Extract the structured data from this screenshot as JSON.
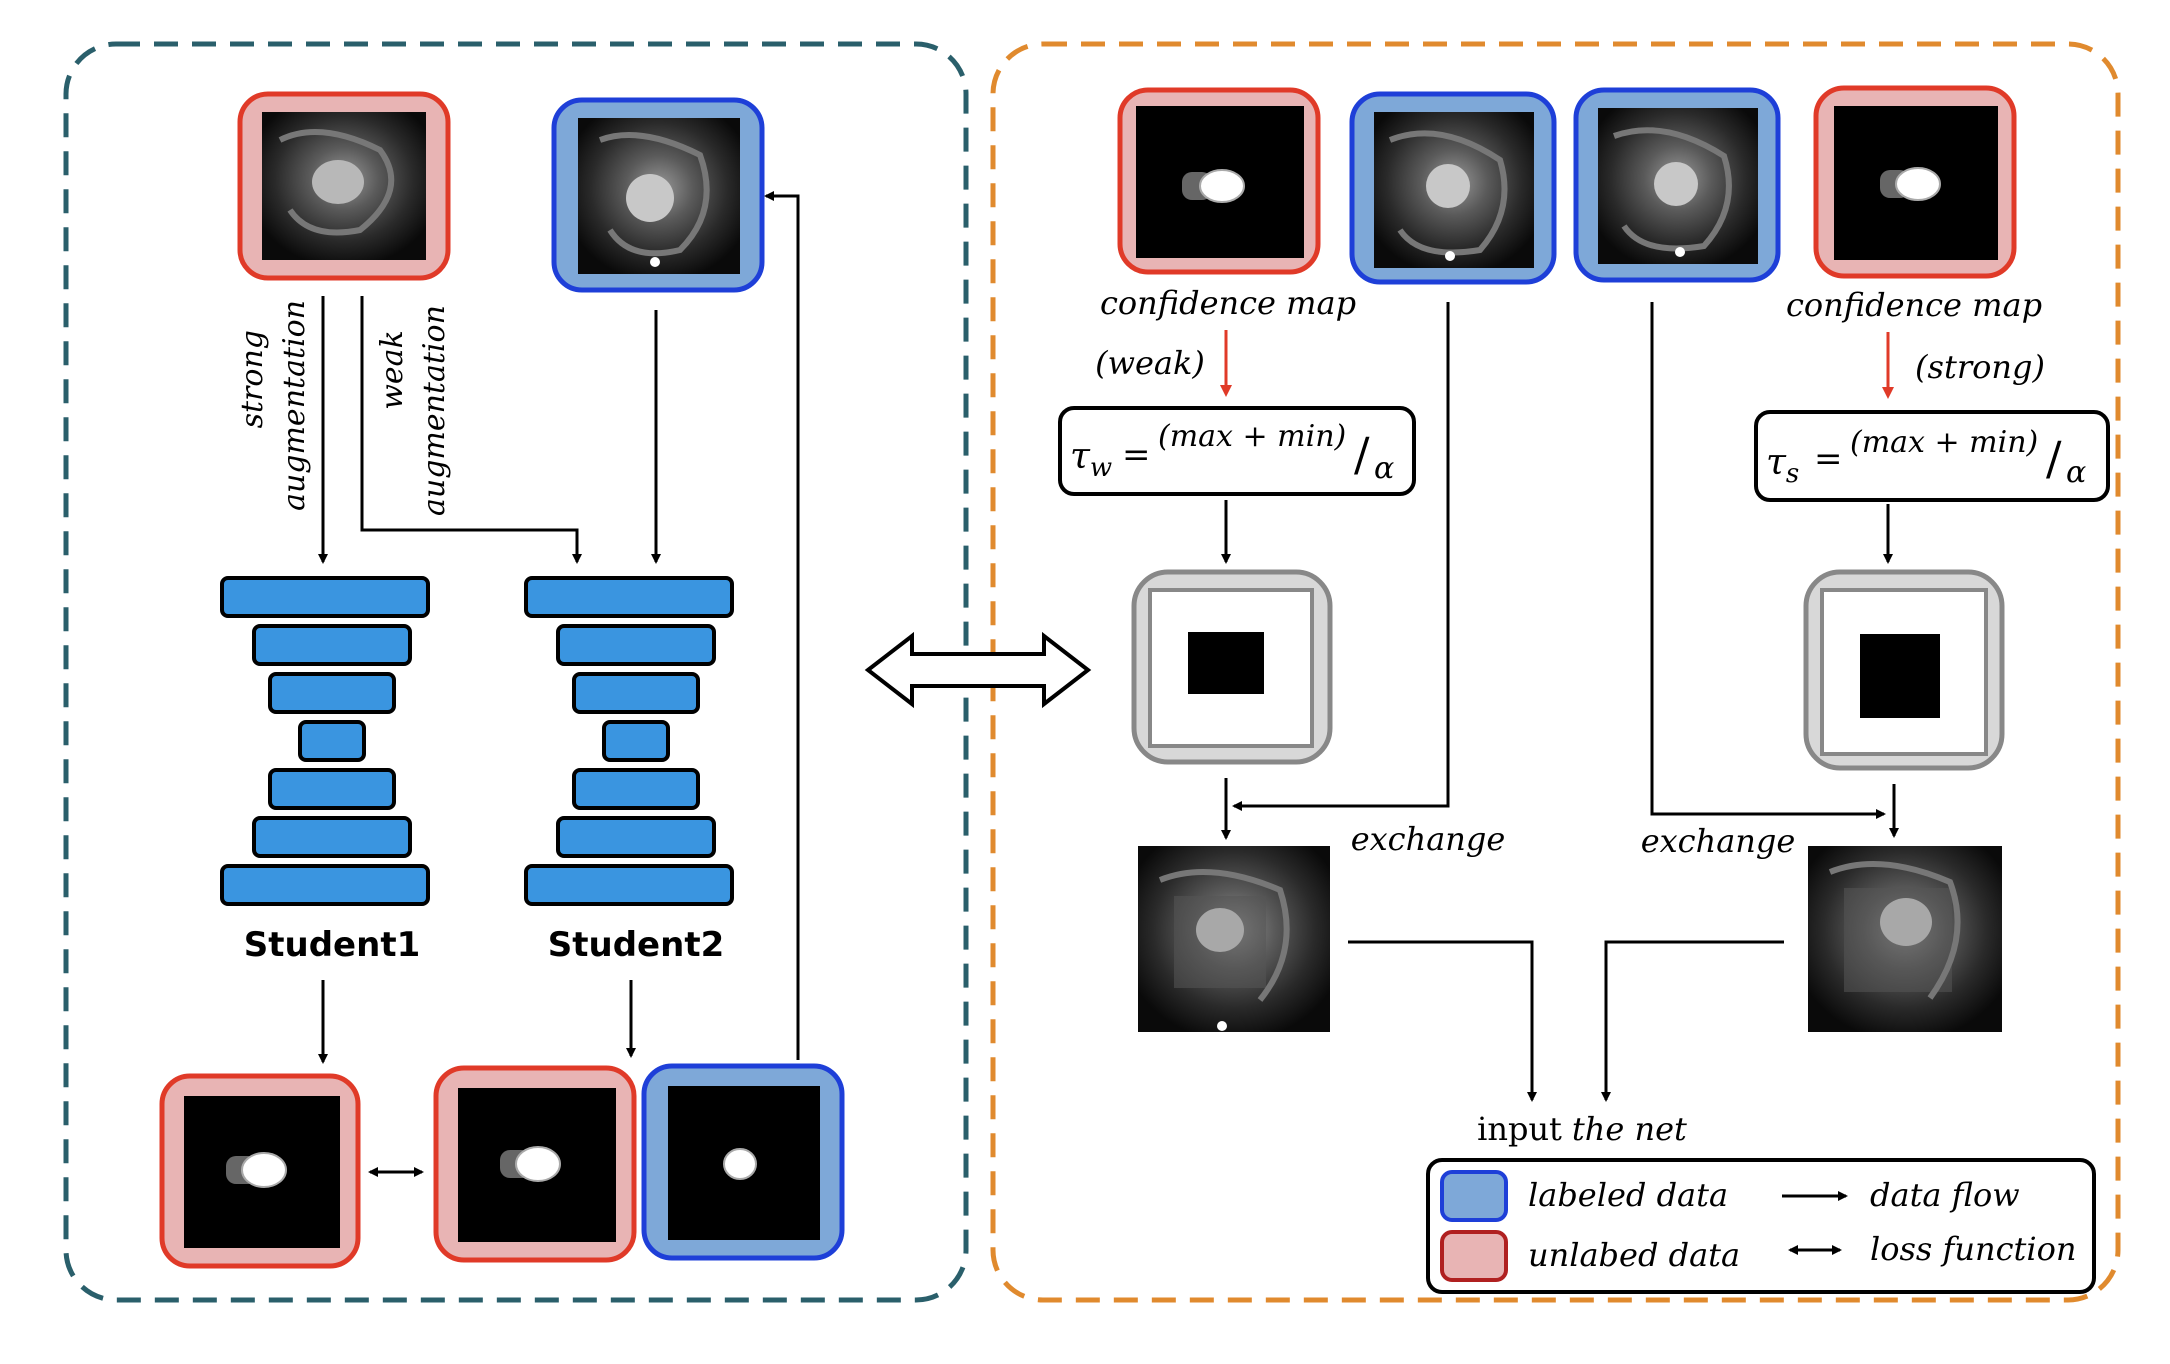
{
  "left_panel": {
    "student1_label": "Student1",
    "student2_label": "Student2",
    "strong_aug": [
      "strong",
      "augmentation"
    ],
    "weak_aug": [
      "weak",
      "augmentation"
    ]
  },
  "right_panel": {
    "confidence_left": "confidence map",
    "confidence_right": "confidence map",
    "weak_label": "(weak)",
    "strong_label": "(strong)",
    "tau_w": {
      "symbol": "τ",
      "sub": "w",
      "eq": "=",
      "num": "(max + min)",
      "slash": "/",
      "den": "α"
    },
    "tau_s": {
      "symbol": "τ",
      "sub": "s",
      "eq": "=",
      "num": "(max + min)",
      "slash": "/",
      "den": "α"
    },
    "exchange_left": "exchange",
    "exchange_right": "exchange",
    "input_plain": "input",
    "input_italic": "the net"
  },
  "legend": {
    "labeled": "labeled data",
    "unlabeled": "unlabed data",
    "data_flow": "data flow",
    "loss_function": "loss function"
  },
  "colors": {
    "left_border": "#2a5f6b",
    "right_border": "#e08a2e",
    "red": "#e03a28",
    "red_fill": "#e8b4b4",
    "blue": "#1e3fd8",
    "blue_fill": "#7ea8d8",
    "bar": "#3a95e0",
    "gray": "#888888",
    "gray_fill": "#d8d8d8"
  }
}
